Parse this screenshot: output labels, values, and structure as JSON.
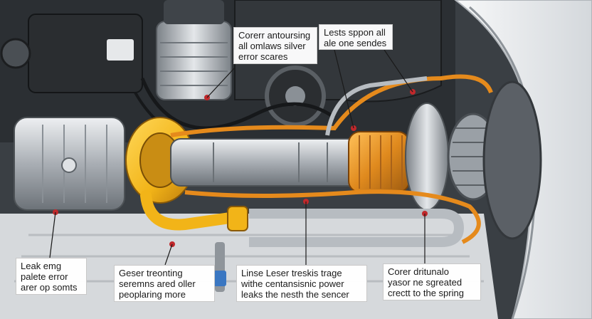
{
  "colors": {
    "engine_bay_dark": "#2e3236",
    "housing_silver": "#b7bcc1",
    "pipe_orange": "#e58a1c",
    "turbo_yellow": "#f2b418",
    "pointer_red": "#c0282b"
  },
  "callouts": [
    {
      "id": "top-center",
      "lines": [
        "Corerr antoursing",
        "all omlaws silver",
        "error scares"
      ]
    },
    {
      "id": "top-right",
      "lines": [
        "Lests sppon all",
        "ale one sendes"
      ]
    },
    {
      "id": "bottom-left",
      "lines": [
        "Leak emg",
        "palete error",
        "arer op somts"
      ]
    },
    {
      "id": "bottom-center-left",
      "lines": [
        "Geser treonting",
        "seremns ared oller",
        "peoplaring more"
      ]
    },
    {
      "id": "bottom-center",
      "lines": [
        "Linse Leser treskis trage",
        "withe centansisnic power",
        "leaks the nesth the sencer"
      ]
    },
    {
      "id": "bottom-right",
      "lines": [
        "Corer dritunalo",
        "yasor ne sgreated",
        "crectt to the spring"
      ]
    }
  ]
}
